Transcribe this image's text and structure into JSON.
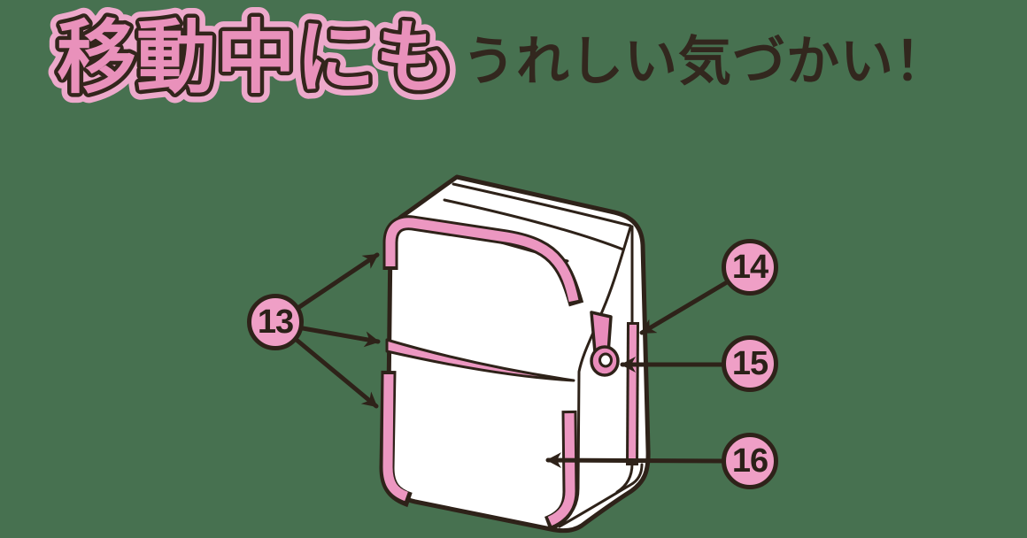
{
  "headline": {
    "main": "移動中にも",
    "sub": "うれしい気づかい！"
  },
  "callouts": [
    {
      "number": "13"
    },
    {
      "number": "14"
    },
    {
      "number": "15"
    },
    {
      "number": "16"
    }
  ],
  "colors": {
    "background_green": "#477150",
    "outline_dark": "#2E2219",
    "bag_white": "#FFFFFF",
    "piping_pink": "#EC97C1",
    "badge_pink": "#EF9FC6",
    "headline_pink_fill": "#E991BB",
    "headline_pink_halo": "#EDA9CB",
    "headline_dark_text": "#32271E"
  }
}
